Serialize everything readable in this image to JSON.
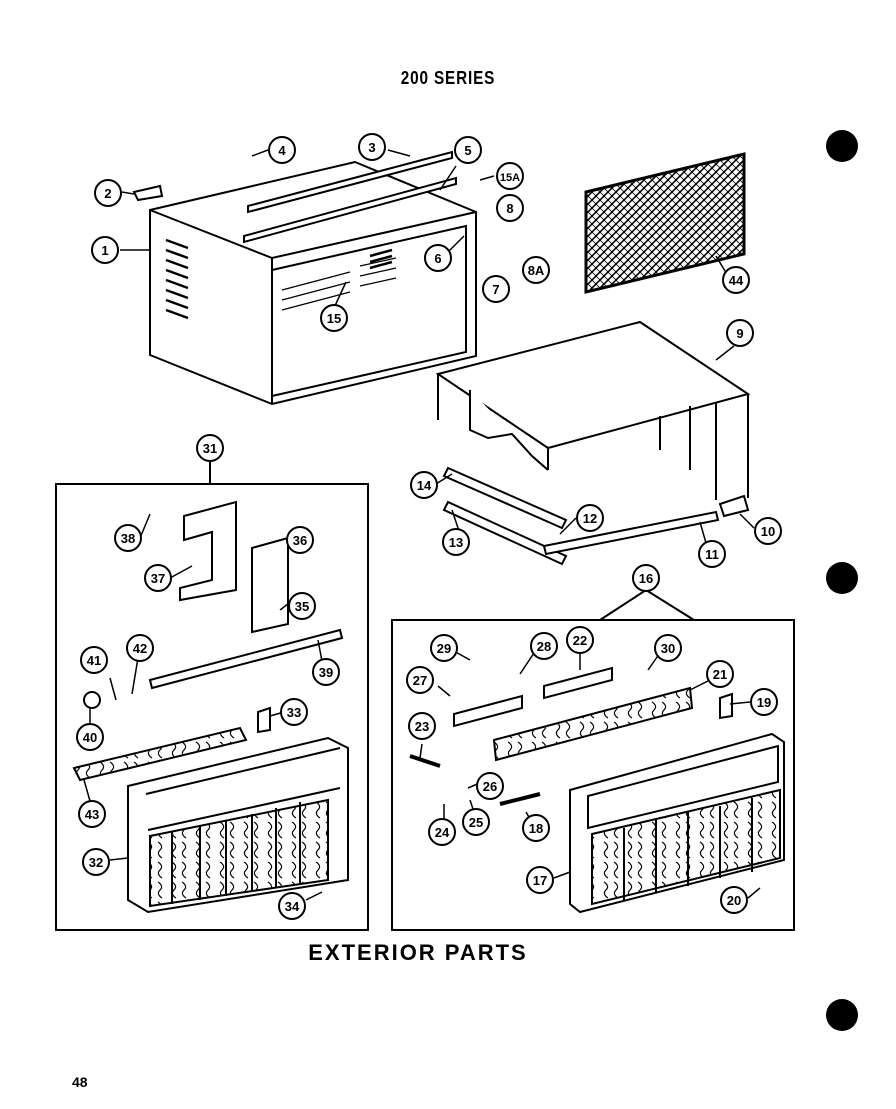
{
  "header": {
    "title": "200 SERIES"
  },
  "footer": {
    "caption": "EXTERIOR PARTS",
    "page_number": "48"
  },
  "callouts": [
    "1",
    "2",
    "3",
    "4",
    "5",
    "15A",
    "6",
    "8",
    "8A",
    "7",
    "15",
    "44",
    "9",
    "14",
    "12",
    "10",
    "13",
    "11",
    "31",
    "38",
    "36",
    "37",
    "35",
    "41",
    "42",
    "39",
    "40",
    "33",
    "43",
    "32",
    "34",
    "16",
    "29",
    "28",
    "22",
    "30",
    "27",
    "21",
    "19",
    "23",
    "26",
    "24",
    "25",
    "18",
    "17",
    "20"
  ]
}
